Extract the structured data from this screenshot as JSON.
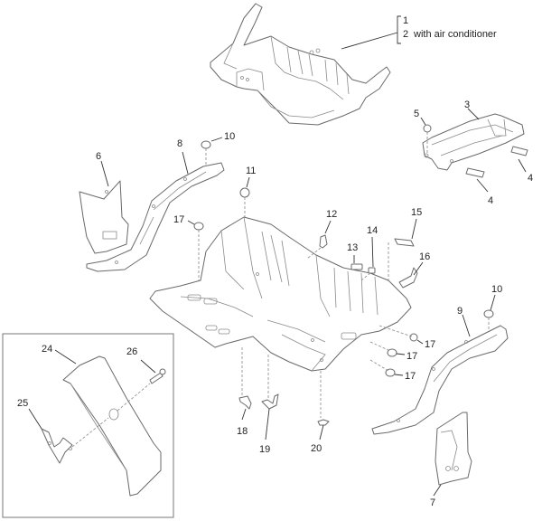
{
  "diagram": {
    "title": "Floor panel exploded parts diagram",
    "colors": {
      "line": "#6a6a6a",
      "text": "#222222",
      "background": "#ffffff"
    },
    "note": {
      "numbers": [
        "1",
        "2"
      ],
      "text": "with air conditioner"
    },
    "callouts": [
      {
        "id": "c3",
        "label": "3"
      },
      {
        "id": "c4a",
        "label": "4"
      },
      {
        "id": "c4b",
        "label": "4"
      },
      {
        "id": "c5",
        "label": "5"
      },
      {
        "id": "c6",
        "label": "6"
      },
      {
        "id": "c7",
        "label": "7"
      },
      {
        "id": "c8",
        "label": "8"
      },
      {
        "id": "c9",
        "label": "9"
      },
      {
        "id": "c10a",
        "label": "10"
      },
      {
        "id": "c10b",
        "label": "10"
      },
      {
        "id": "c11",
        "label": "11"
      },
      {
        "id": "c12",
        "label": "12"
      },
      {
        "id": "c13",
        "label": "13"
      },
      {
        "id": "c14",
        "label": "14"
      },
      {
        "id": "c15",
        "label": "15"
      },
      {
        "id": "c16",
        "label": "16"
      },
      {
        "id": "c17a",
        "label": "17"
      },
      {
        "id": "c17b",
        "label": "17"
      },
      {
        "id": "c17c",
        "label": "17"
      },
      {
        "id": "c17d",
        "label": "17"
      },
      {
        "id": "c18",
        "label": "18"
      },
      {
        "id": "c19",
        "label": "19"
      },
      {
        "id": "c20",
        "label": "20"
      },
      {
        "id": "c24",
        "label": "24"
      },
      {
        "id": "c25",
        "label": "25"
      },
      {
        "id": "c26",
        "label": "26"
      }
    ]
  }
}
